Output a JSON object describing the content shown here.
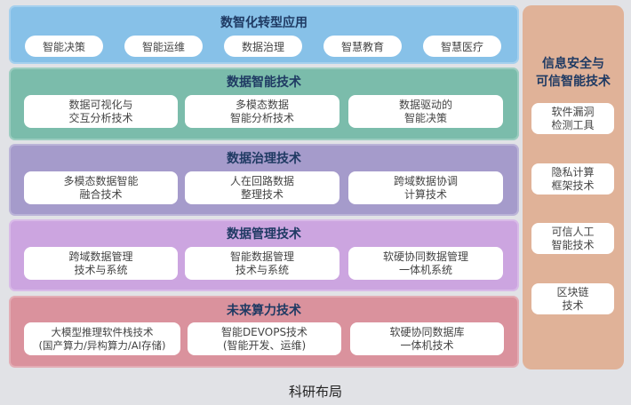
{
  "layers": [
    {
      "title": "数智化转型应用",
      "color": "#87c1e8",
      "items": [
        "智能决策",
        "智能运维",
        "数据治理",
        "智慧教育",
        "智慧医疗"
      ]
    },
    {
      "title": "数据智能技术",
      "color": "#7bbcab",
      "items": [
        "数据可视化与\n交互分析技术",
        "多模态数据\n智能分析技术",
        "数据驱动的\n智能决策"
      ]
    },
    {
      "title": "数据治理技术",
      "color": "#a59bcb",
      "items": [
        "多模态数据智能\n融合技术",
        "人在回路数据\n整理技术",
        "跨域数据协调\n计算技术"
      ]
    },
    {
      "title": "数据管理技术",
      "color": "#cca5e0",
      "items": [
        "跨域数据管理\n技术与系统",
        "智能数据管理\n技术与系统",
        "软硬协同数据管理\n一体机系统"
      ]
    },
    {
      "title": "未来算力技术",
      "color": "#da929d",
      "items": [
        "大模型推理软件栈技术\n(国产算力/异构算力/AI存储)",
        "智能DEVOPS技术\n(智能开发、运维)",
        "软硬协同数据库\n一体机技术"
      ]
    }
  ],
  "right": {
    "title": "信息安全与\n可信智能技术",
    "color": "#e0b298",
    "items": [
      "软件漏洞\n检测工具",
      "隐私计算\n框架技术",
      "可信人工\n智能技术",
      "区块链\n技术"
    ]
  },
  "caption": "科研布局"
}
